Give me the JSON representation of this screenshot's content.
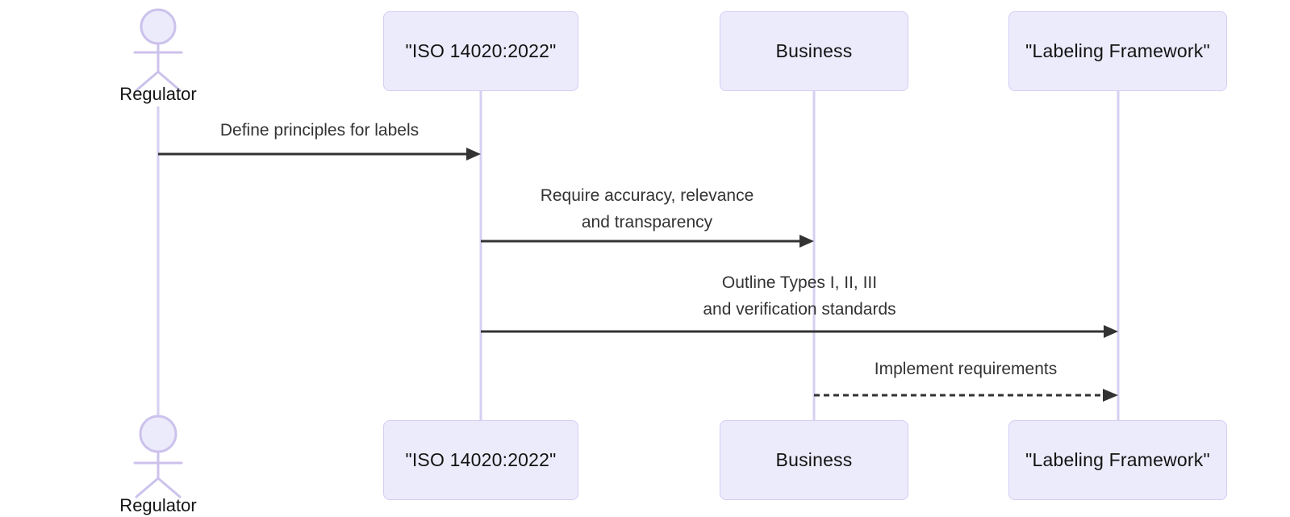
{
  "colors": {
    "background": "#FFFFFF",
    "participant_fill": "#ECEBFB",
    "participant_border": "#D5CDF2",
    "lifeline": "#D7CFF1",
    "actor_stroke": "#CCC2EC",
    "arrow": "#333333",
    "message_text": "#333333",
    "label_text": "#131313"
  },
  "diagram": {
    "type": "sequence-diagram",
    "actors": [
      {
        "id": "regulator",
        "kind": "actor",
        "label": "Regulator"
      },
      {
        "id": "iso",
        "kind": "participant",
        "label": "\"ISO 14020:2022\""
      },
      {
        "id": "business",
        "kind": "participant",
        "label": "Business"
      },
      {
        "id": "labeling",
        "kind": "participant",
        "label": "\"Labeling Framework\""
      }
    ],
    "messages": [
      {
        "from": "regulator",
        "to": "iso",
        "style": "solid",
        "lines": [
          "Define principles for labels"
        ]
      },
      {
        "from": "iso",
        "to": "business",
        "style": "solid",
        "lines": [
          "Require accuracy, relevance",
          "and transparency"
        ]
      },
      {
        "from": "iso",
        "to": "labeling",
        "style": "solid",
        "lines": [
          "Outline Types I, II, III",
          "and verification standards"
        ]
      },
      {
        "from": "business",
        "to": "labeling",
        "style": "dashed",
        "lines": [
          "Implement requirements"
        ]
      }
    ]
  }
}
